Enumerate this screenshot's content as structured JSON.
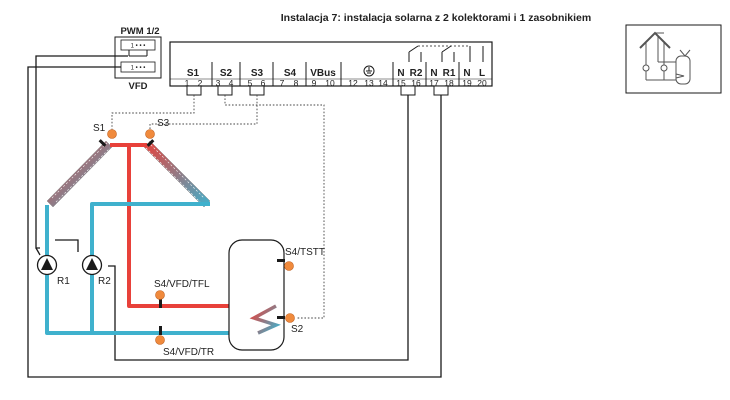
{
  "title": "Instalacja 7: instalacja solarna z 2 kolektorami i 1 zasobnikiem",
  "pwm_box": {
    "label": "PWM 1/2",
    "vfd_label": "VFD",
    "pins_top": "1 • • •",
    "pins_bottom": "1 • • •"
  },
  "terminal_block": {
    "groups": [
      "S1",
      "S2",
      "S3",
      "S4",
      "VBus",
      "N",
      "R2",
      "N",
      "R1",
      "N",
      "L"
    ],
    "numbers": [
      "1",
      "2",
      "3",
      "4",
      "5",
      "6",
      "7",
      "8",
      "9",
      "10",
      "12",
      "13",
      "14",
      "15",
      "16",
      "17",
      "18",
      "19",
      "20"
    ],
    "ground_icon": "ground-symbol-icon"
  },
  "sensors": {
    "s1": "S1",
    "s3": "S3",
    "s2": "S2",
    "s4_tstt": "S4/TSTT",
    "s4_vfd_tfl": "S4/VFD/TFL",
    "s4_vfd_tr": "S4/VFD/TR"
  },
  "pumps": {
    "r1": "R1",
    "r2": "R2"
  },
  "colors": {
    "hot_line": "#e8413a",
    "cold_line": "#3fb1cd",
    "sensor": "#f08a3c"
  },
  "thumbnail_icon": "system-schematic-thumbnail-icon"
}
